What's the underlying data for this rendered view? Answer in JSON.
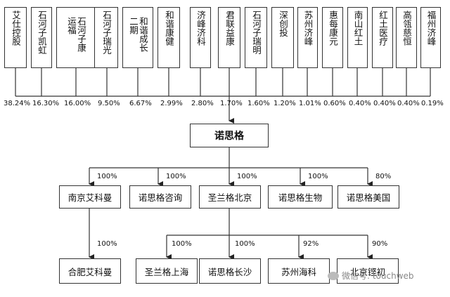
{
  "shareholders": [
    {
      "name": "艾仕控股",
      "pct": "38.24%"
    },
    {
      "name": "石河子凯虹",
      "pct": "16.30%"
    },
    {
      "name": "石河子康运福",
      "pct": "16.00%"
    },
    {
      "name": "石河子瑞光",
      "pct": "9.50%"
    },
    {
      "name": "和谐成长二期",
      "pct": "6.67%"
    },
    {
      "name": "和谐康健",
      "pct": "2.99%"
    },
    {
      "name": "济峰济科",
      "pct": "2.80%"
    },
    {
      "name": "君联益康",
      "pct": "1.70%"
    },
    {
      "name": "石河子瑞明",
      "pct": "1.60%"
    },
    {
      "name": "深创投",
      "pct": "1.20%"
    },
    {
      "name": "苏州济峰",
      "pct": "1.01%"
    },
    {
      "name": "惠每康元",
      "pct": "0.60%"
    },
    {
      "name": "南山红土",
      "pct": "0.40%"
    },
    {
      "name": "红土医疗",
      "pct": "0.40%"
    },
    {
      "name": "高瓴慈恒",
      "pct": "0.40%"
    },
    {
      "name": "福州济峰",
      "pct": "0.19%"
    }
  ],
  "company": "诺思格",
  "subsidiaries_l1": [
    {
      "name": "南京艾科曼",
      "pct": "100%"
    },
    {
      "name": "诺思格咨询",
      "pct": "100%"
    },
    {
      "name": "圣兰格北京",
      "pct": "100%"
    },
    {
      "name": "诺思格生物",
      "pct": "100%"
    },
    {
      "name": "诺思格美国",
      "pct": "80%"
    }
  ],
  "subsidiaries_l2": [
    {
      "name": "合肥艾科曼",
      "pct": "100%"
    },
    {
      "name": "圣兰格上海",
      "pct": "100%"
    },
    {
      "name": "诺思格长沙",
      "pct": "100%"
    },
    {
      "name": "苏州海科",
      "pct": "92%"
    },
    {
      "name": "北京铿初",
      "pct": "90%"
    }
  ],
  "watermark": "微信号: touchweb"
}
